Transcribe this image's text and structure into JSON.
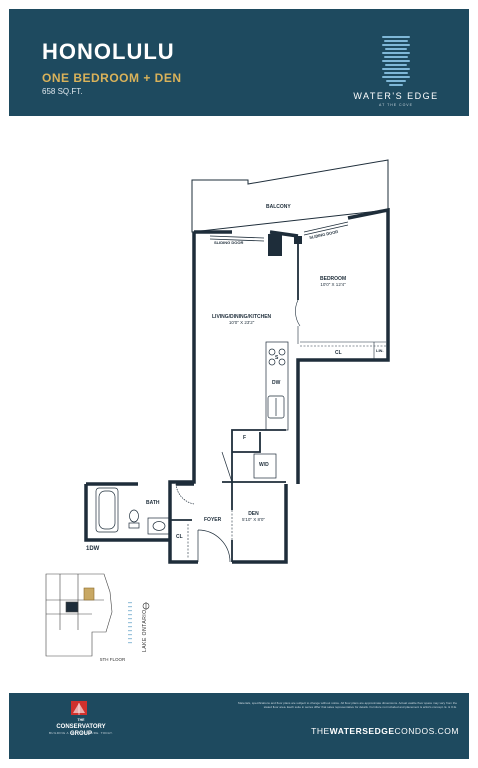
{
  "header": {
    "suite_name": "HONOLULU",
    "suite_type": "ONE BEDROOM + DEN",
    "area": "658 SQ.FT.",
    "brand_name": "WATER'S EDGE",
    "brand_tagline": "AT THE COVE",
    "brand_color": "#1e4a5f",
    "accent_color": "#d9b25a"
  },
  "plan": {
    "suite_code": "1DW",
    "rooms": {
      "balcony": "BALCONY",
      "sliding_door_1": "SLIDING DOOR",
      "sliding_door_2": "SLIDING DOOR",
      "bedroom_name": "BEDROOM",
      "bedroom_dims": "10'0\" X 12'4\"",
      "living_name": "LIVING/DINING/KITCHEN",
      "living_dims": "10'0\" X 23'2\"",
      "closet": "CL",
      "linen": "LIN.",
      "stove": "S",
      "dishwasher": "DW",
      "fridge": "F",
      "washer_dryer": "W/D",
      "bath": "BATH",
      "foyer": "FOYER",
      "foyer_closet": "CL",
      "den_name": "DEN",
      "den_dims": "5'10\" X 8'0\""
    }
  },
  "keyplan": {
    "floor": "5TH FLOOR",
    "lake": "LAKE ONTARIO"
  },
  "footer": {
    "developer_name_1": "THE",
    "developer_name_2": "CONSERVATORY",
    "developer_name_3": "GROUP",
    "developer_tagline": "BUILDING A BETTER FUTURE. TODAY.",
    "disclaimer": "Materials, specifications and floor plans are subject to change without notice. All floor plans are approximate dimensions. Actual usable floor space may vary from the stated floor area. Each suite in series differ that sales representative for details. Furniture not included and placement is artist's concept. E. & O.E.",
    "website_pre": "THE",
    "website_bold": "WATERSEDGE",
    "website_post": "CONDOS.COM"
  }
}
